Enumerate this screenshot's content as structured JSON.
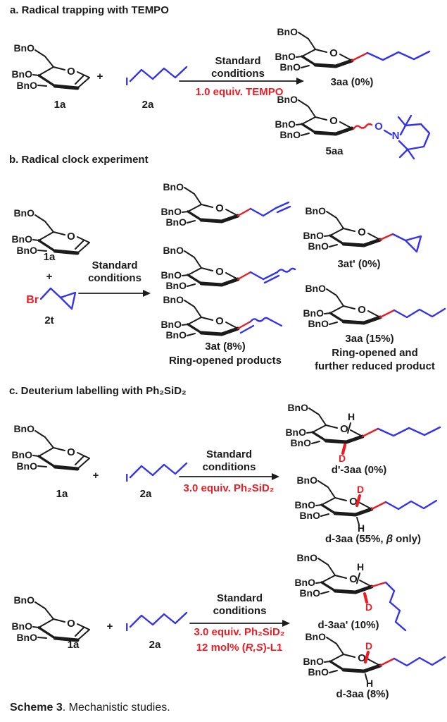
{
  "figure": {
    "caption_bold": "Scheme 3",
    "caption_rest": ". Mechanistic studies.",
    "plus": "+"
  },
  "atoms": {
    "bno": "BnO",
    "o": "O",
    "n": "N",
    "h": "H",
    "d": "D",
    "br": "Br",
    "iodo": "I"
  },
  "colors": {
    "ink": "#1b1b1b",
    "accent_red": "#ed1c24",
    "chain_blue": "#3333ee"
  },
  "section_a": {
    "title": "a. Radical trapping with TEMPO",
    "label_1a": "1a",
    "label_2a": "2a",
    "cond1": "Standard",
    "cond2": "conditions",
    "cond_red": "1.0 equiv. TEMPO",
    "label_3aa": "3aa (0%)",
    "label_5aa": "5aa"
  },
  "section_b": {
    "title": "b. Radical clock experiment",
    "label_1a": "1a",
    "label_2t": "2t",
    "cond1": "Standard",
    "cond2": "conditions",
    "label_3at": "3at (8%)",
    "caption_3at": "Ring-opened products",
    "label_3atp": "3at' (0%)",
    "label_3aa": "3aa (15%)",
    "caption_3aa_1": "Ring-opened and",
    "caption_3aa_2": "further reduced product"
  },
  "section_c": {
    "title": "c. Deuterium labelling with Ph₂SiD₂",
    "run1": {
      "label_1a": "1a",
      "label_2a": "2a",
      "cond1": "Standard",
      "cond2": "conditions",
      "cond_red": "3.0 equiv. Ph₂SiD₂",
      "label_d1": "d'-3aa (0%)",
      "label_d2_pre": "d-3aa (55%, ",
      "label_d2_beta": "β",
      "label_d2_post": " only)"
    },
    "run2": {
      "label_1a": "1a",
      "label_2a": "2a",
      "cond1": "Standard",
      "cond2": "conditions",
      "cond_red1": "3.0 equiv. Ph₂SiD₂",
      "cond_red2_pre": "12 mol% (",
      "cond_red2_it": "R,S",
      "cond_red2_post": ")-L1",
      "label_d3": "d-3aa' (10%)",
      "label_d4": "d-3aa (8%)"
    }
  }
}
